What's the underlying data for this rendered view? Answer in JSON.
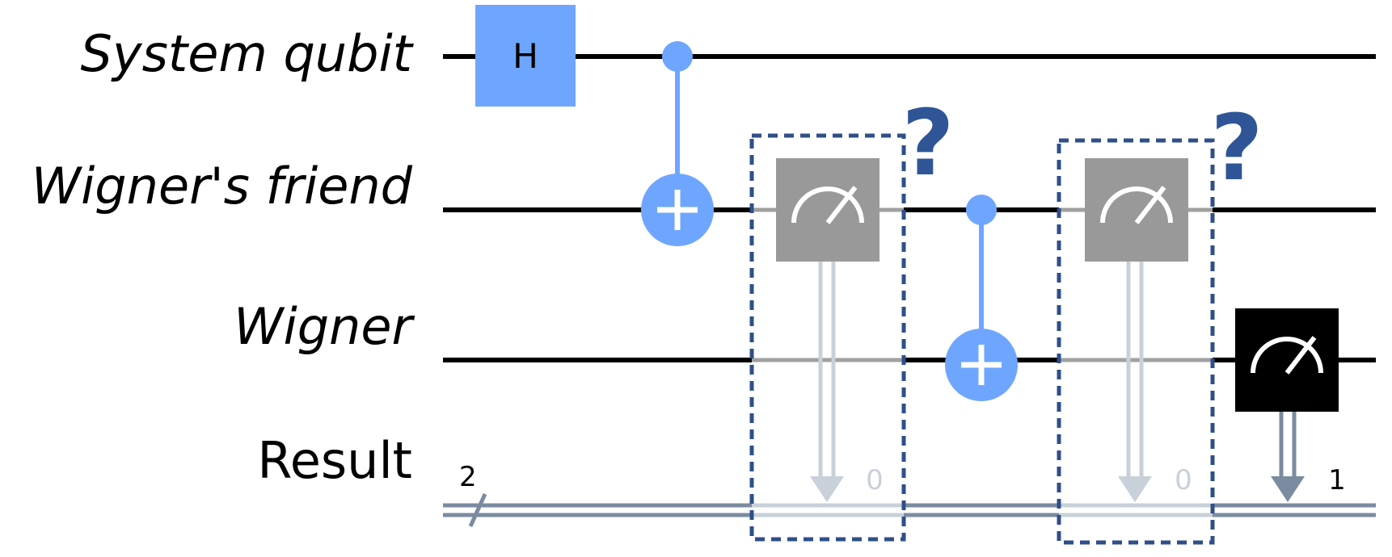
{
  "wires": [
    {
      "name": "System qubit",
      "italic": true
    },
    {
      "name": "Wigner's friend",
      "italic": true
    },
    {
      "name": "Wigner",
      "italic": true
    },
    {
      "name": "Result",
      "italic": false
    }
  ],
  "register_size": "2",
  "gates": {
    "hadamard": "H"
  },
  "measurements": [
    {
      "bit": "0"
    },
    {
      "bit": "0"
    },
    {
      "bit": "1"
    }
  ],
  "uncertainty_mark": "?",
  "colors": {
    "gate_blue": "#6ea6ff",
    "measure_gray": "#999999",
    "measure_black": "#000000",
    "dashed_box": "#2f4f8a",
    "question": "#2f5597",
    "classical": "#7b8ba0",
    "classical_faded": "#c8d0da"
  }
}
